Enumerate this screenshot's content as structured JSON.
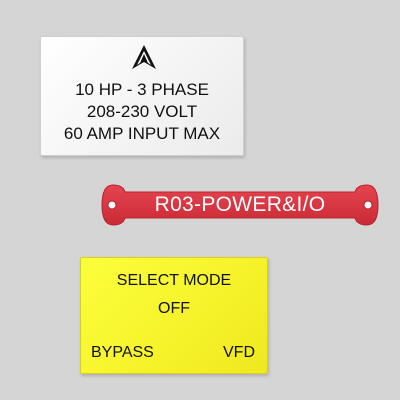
{
  "white_plate": {
    "icon": "tri-arrow-logo-icon",
    "lines": [
      "10 HP - 3 PHASE",
      "208-230 VOLT",
      "60 AMP INPUT MAX"
    ]
  },
  "red_tag": {
    "label": "R03-POWER&I/O",
    "color": "#d8343f"
  },
  "yellow_plate": {
    "title": "SELECT MODE",
    "center": "OFF",
    "left": "BYPASS",
    "right": "VFD",
    "color": "#f6f22a"
  }
}
